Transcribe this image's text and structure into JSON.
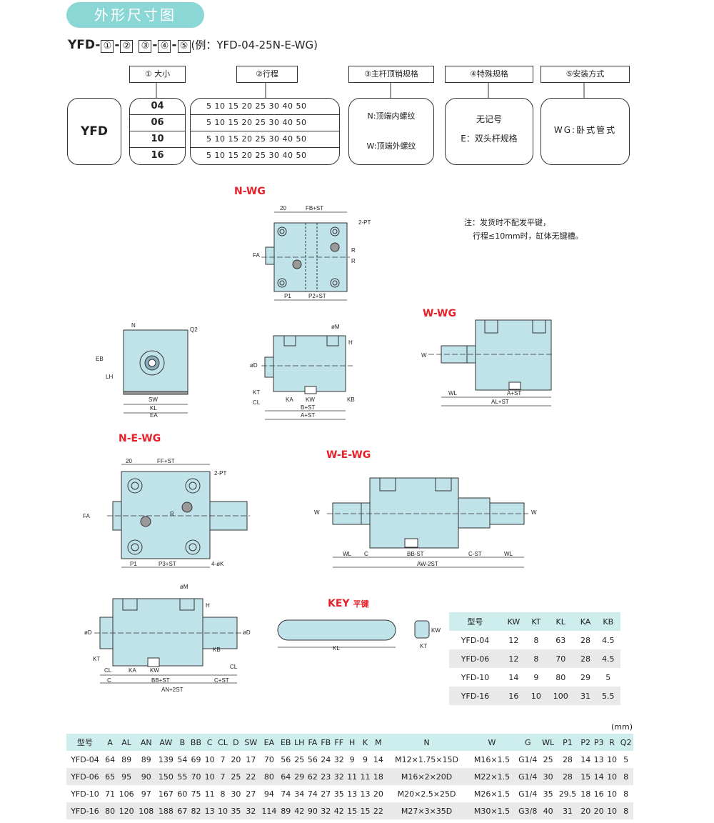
{
  "section_title": "外形尺寸图",
  "order_code": {
    "prefix": "YFD-",
    "boxes": [
      "①",
      "②",
      "③",
      "④",
      "⑤"
    ],
    "sep": "-",
    "example": "(例：YFD-04-25N-E-WG)"
  },
  "params": {
    "model": "YFD",
    "size": {
      "header": "① 大小",
      "values": [
        "04",
        "06",
        "10",
        "16"
      ]
    },
    "stroke": {
      "header": "②行程",
      "values": [
        "5 10 15 20 25 30 40 50",
        "5 10 15 20 25 30 40 50",
        "5 10 15 20 25 30 40 50",
        "5 10 15 20 25 30 40 50"
      ]
    },
    "rod": {
      "header": "③主杆顶销规格",
      "lines": [
        "N:顶端内螺纹",
        "W:顶端外螺纹"
      ]
    },
    "special": {
      "header": "④特殊规格",
      "lines": [
        "无记号",
        "E：双头杆规格"
      ]
    },
    "mount": {
      "header": "⑤安装方式",
      "lines": [
        "WG:卧式管式"
      ]
    }
  },
  "diagram_titles": {
    "nwg": "N-WG",
    "wwg": "W-WG",
    "newg": "N-E-WG",
    "wewg": "W-E-WG",
    "key": "KEY",
    "key_cn": "平键"
  },
  "note": [
    "注：发货时不配发平键，",
    "行程≤10mm时，缸体无键槽。"
  ],
  "labels": {
    "nwg_top": [
      "20",
      "FB+ST",
      "2-PT",
      "FA",
      "R",
      "R",
      "P1",
      "P2+ST"
    ],
    "nwg_side": [
      "N",
      "Q2",
      "EB",
      "LH",
      "SW",
      "KL",
      "EA"
    ],
    "nwg_front": [
      "øM",
      "H",
      "øD",
      "KT",
      "CL",
      "KA",
      "KW",
      "B+ST",
      "A+ST",
      "KB"
    ],
    "wwg": [
      "W",
      "WL",
      "A+ST",
      "AL+ST"
    ],
    "newg": [
      "20",
      "FF+ST",
      "2-PT",
      "FA",
      "R",
      "P1",
      "P3+ST",
      "4-øK"
    ],
    "wewg": [
      "W",
      "W",
      "WL",
      "C",
      "BB-ST",
      "C-ST",
      "WL",
      "AW-2ST"
    ],
    "newg_front": [
      "øM",
      "H",
      "øD",
      "øD",
      "KT",
      "CL",
      "KA",
      "KW",
      "KB",
      "CL",
      "C",
      "BB+ST",
      "C+ST",
      "AN+2ST"
    ],
    "key": [
      "KL",
      "KW",
      "KT"
    ]
  },
  "key_table": {
    "headers": [
      "型号",
      "KW",
      "KT",
      "KL",
      "KA",
      "KB"
    ],
    "rows": [
      [
        "YFD-04",
        "12",
        "8",
        "63",
        "28",
        "4.5"
      ],
      [
        "YFD-06",
        "12",
        "8",
        "70",
        "28",
        "4.5"
      ],
      [
        "YFD-10",
        "14",
        "9",
        "80",
        "29",
        "5"
      ],
      [
        "YFD-16",
        "16",
        "10",
        "100",
        "31",
        "5.5"
      ]
    ]
  },
  "unit": "(mm)",
  "dim_table": {
    "headers": [
      "型号",
      "A",
      "AL",
      "AN",
      "AW",
      "B",
      "BB",
      "C",
      "CL",
      "D",
      "SW",
      "EA",
      "EB",
      "LH",
      "FA",
      "FB",
      "FF",
      "H",
      "K",
      "M",
      "N",
      "W",
      "G",
      "WL",
      "P1",
      "P2",
      "P3",
      "R",
      "Q2"
    ],
    "rows": [
      [
        "YFD-04",
        "64",
        "89",
        "89",
        "139",
        "54",
        "69",
        "10",
        "7",
        "20",
        "17",
        "70",
        "56",
        "25",
        "56",
        "24",
        "32",
        "9",
        "9",
        "14",
        "M12×1.75×15D",
        "M16×1.5",
        "G1/4",
        "25",
        "28",
        "14",
        "13",
        "10",
        "5"
      ],
      [
        "YFD-06",
        "65",
        "95",
        "90",
        "150",
        "55",
        "70",
        "10",
        "7",
        "25",
        "22",
        "80",
        "64",
        "29",
        "62",
        "23",
        "32",
        "11",
        "11",
        "18",
        "M16×2×20D",
        "M22×1.5",
        "G1/4",
        "30",
        "28",
        "15",
        "14",
        "10",
        "8"
      ],
      [
        "YFD-10",
        "71",
        "106",
        "97",
        "167",
        "60",
        "75",
        "11",
        "8",
        "30",
        "27",
        "94",
        "74",
        "34",
        "74",
        "27",
        "35",
        "13",
        "13",
        "20",
        "M20×2.5×25D",
        "M26×1.5",
        "G1/4",
        "35",
        "29.5",
        "18",
        "16",
        "10",
        "8"
      ],
      [
        "YFD-16",
        "80",
        "120",
        "108",
        "188",
        "67",
        "82",
        "13",
        "10",
        "35",
        "32",
        "114",
        "89",
        "42",
        "90",
        "32",
        "42",
        "15",
        "15",
        "22",
        "M27×3×35D",
        "M30×1.5",
        "G3/8",
        "40",
        "31",
        "20",
        "20",
        "10",
        "8"
      ]
    ]
  }
}
